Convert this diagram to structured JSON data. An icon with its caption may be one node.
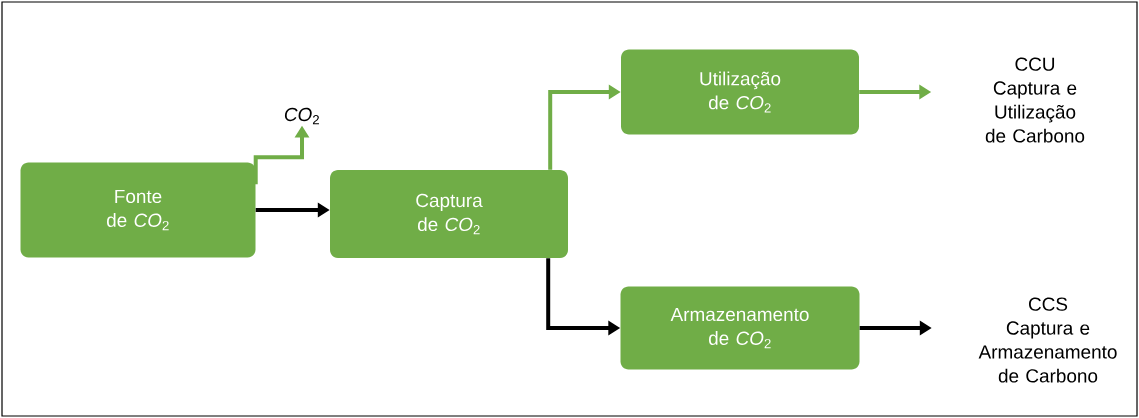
{
  "diagram": {
    "nodes": [
      {
        "text": [
          "Fonte de *CO*$_{2}$"
        ]
      },
      {
        "text": [
          "Captura de *CO*$_{2}$"
        ]
      },
      {
        "text": [
          "Utilização de *CO*$_{2}$"
        ]
      },
      {
        "text": [
          "Armazenamento de *CO*$_{2}$"
        ]
      },
      {
        "text": [
          "*CO*$_{2}$"
        ]
      },
      {
        "text": [
          "CCU",
          "Captura e Utilização de Carbono"
        ]
      },
      {
        "text": [
          "CCS",
          "Captura e Armazenamento de Carbono"
        ]
      }
    ],
    "edges": [
      {
        "from": 0,
        "to": 1,
        "arrow": "to"
      },
      {
        "from": 0,
        "to": 4,
        "arrow": "to",
        "color": "#70ad47"
      },
      {
        "from": 1,
        "to": 2,
        "arrow": "to",
        "color": "#70ad47"
      },
      {
        "from": 1,
        "to": 3,
        "arrow": "to"
      },
      {
        "from": 2,
        "to": 5,
        "arrow": "to",
        "color": "#70ad47"
      },
      {
        "from": 3,
        "to": 6,
        "arrow": "to"
      }
    ]
  }
}
